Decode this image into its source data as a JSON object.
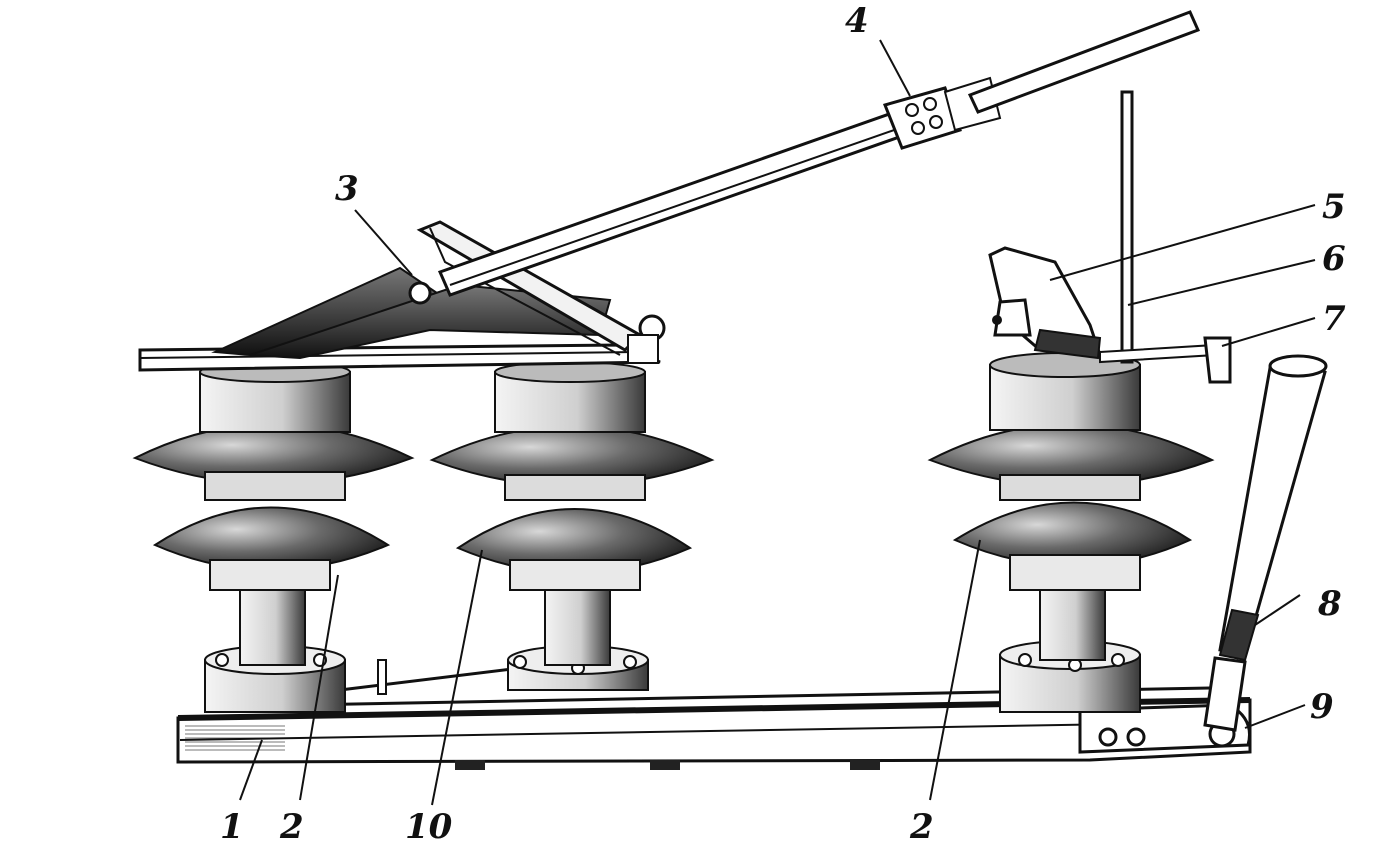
{
  "figure": {
    "ink_color": "#111111",
    "background_color": "#ffffff",
    "callouts": [
      {
        "id": "c1",
        "text": "1"
      },
      {
        "id": "c2a",
        "text": "2"
      },
      {
        "id": "c10",
        "text": "10"
      },
      {
        "id": "c2b",
        "text": "2"
      },
      {
        "id": "c3",
        "text": "3"
      },
      {
        "id": "c4",
        "text": "4"
      },
      {
        "id": "c5",
        "text": "5"
      },
      {
        "id": "c6",
        "text": "6"
      },
      {
        "id": "c7",
        "text": "7"
      },
      {
        "id": "c8",
        "text": "8"
      },
      {
        "id": "c9",
        "text": "9"
      }
    ]
  }
}
